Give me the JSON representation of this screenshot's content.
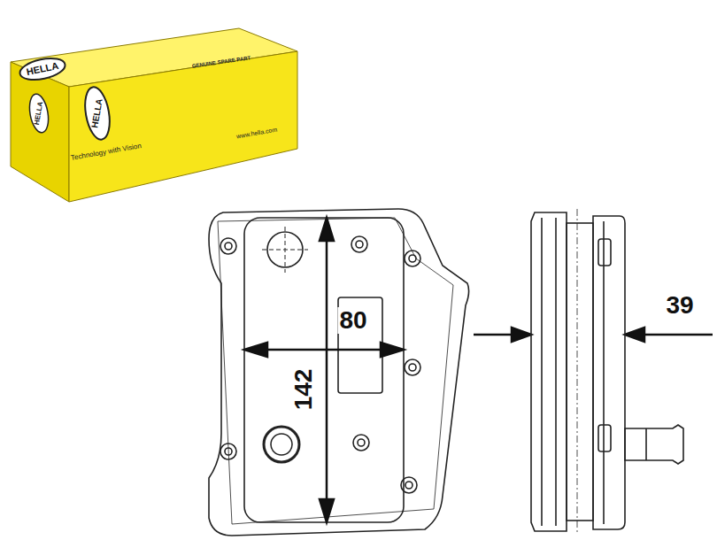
{
  "diagram": {
    "labels": [
      "HELLA",
      "HELLA",
      "GENUINE SPARE PART",
      "HELLA",
      "Technology with Vision",
      "www.hella.com",
      "80",
      "142",
      "39"
    ]
  }
}
